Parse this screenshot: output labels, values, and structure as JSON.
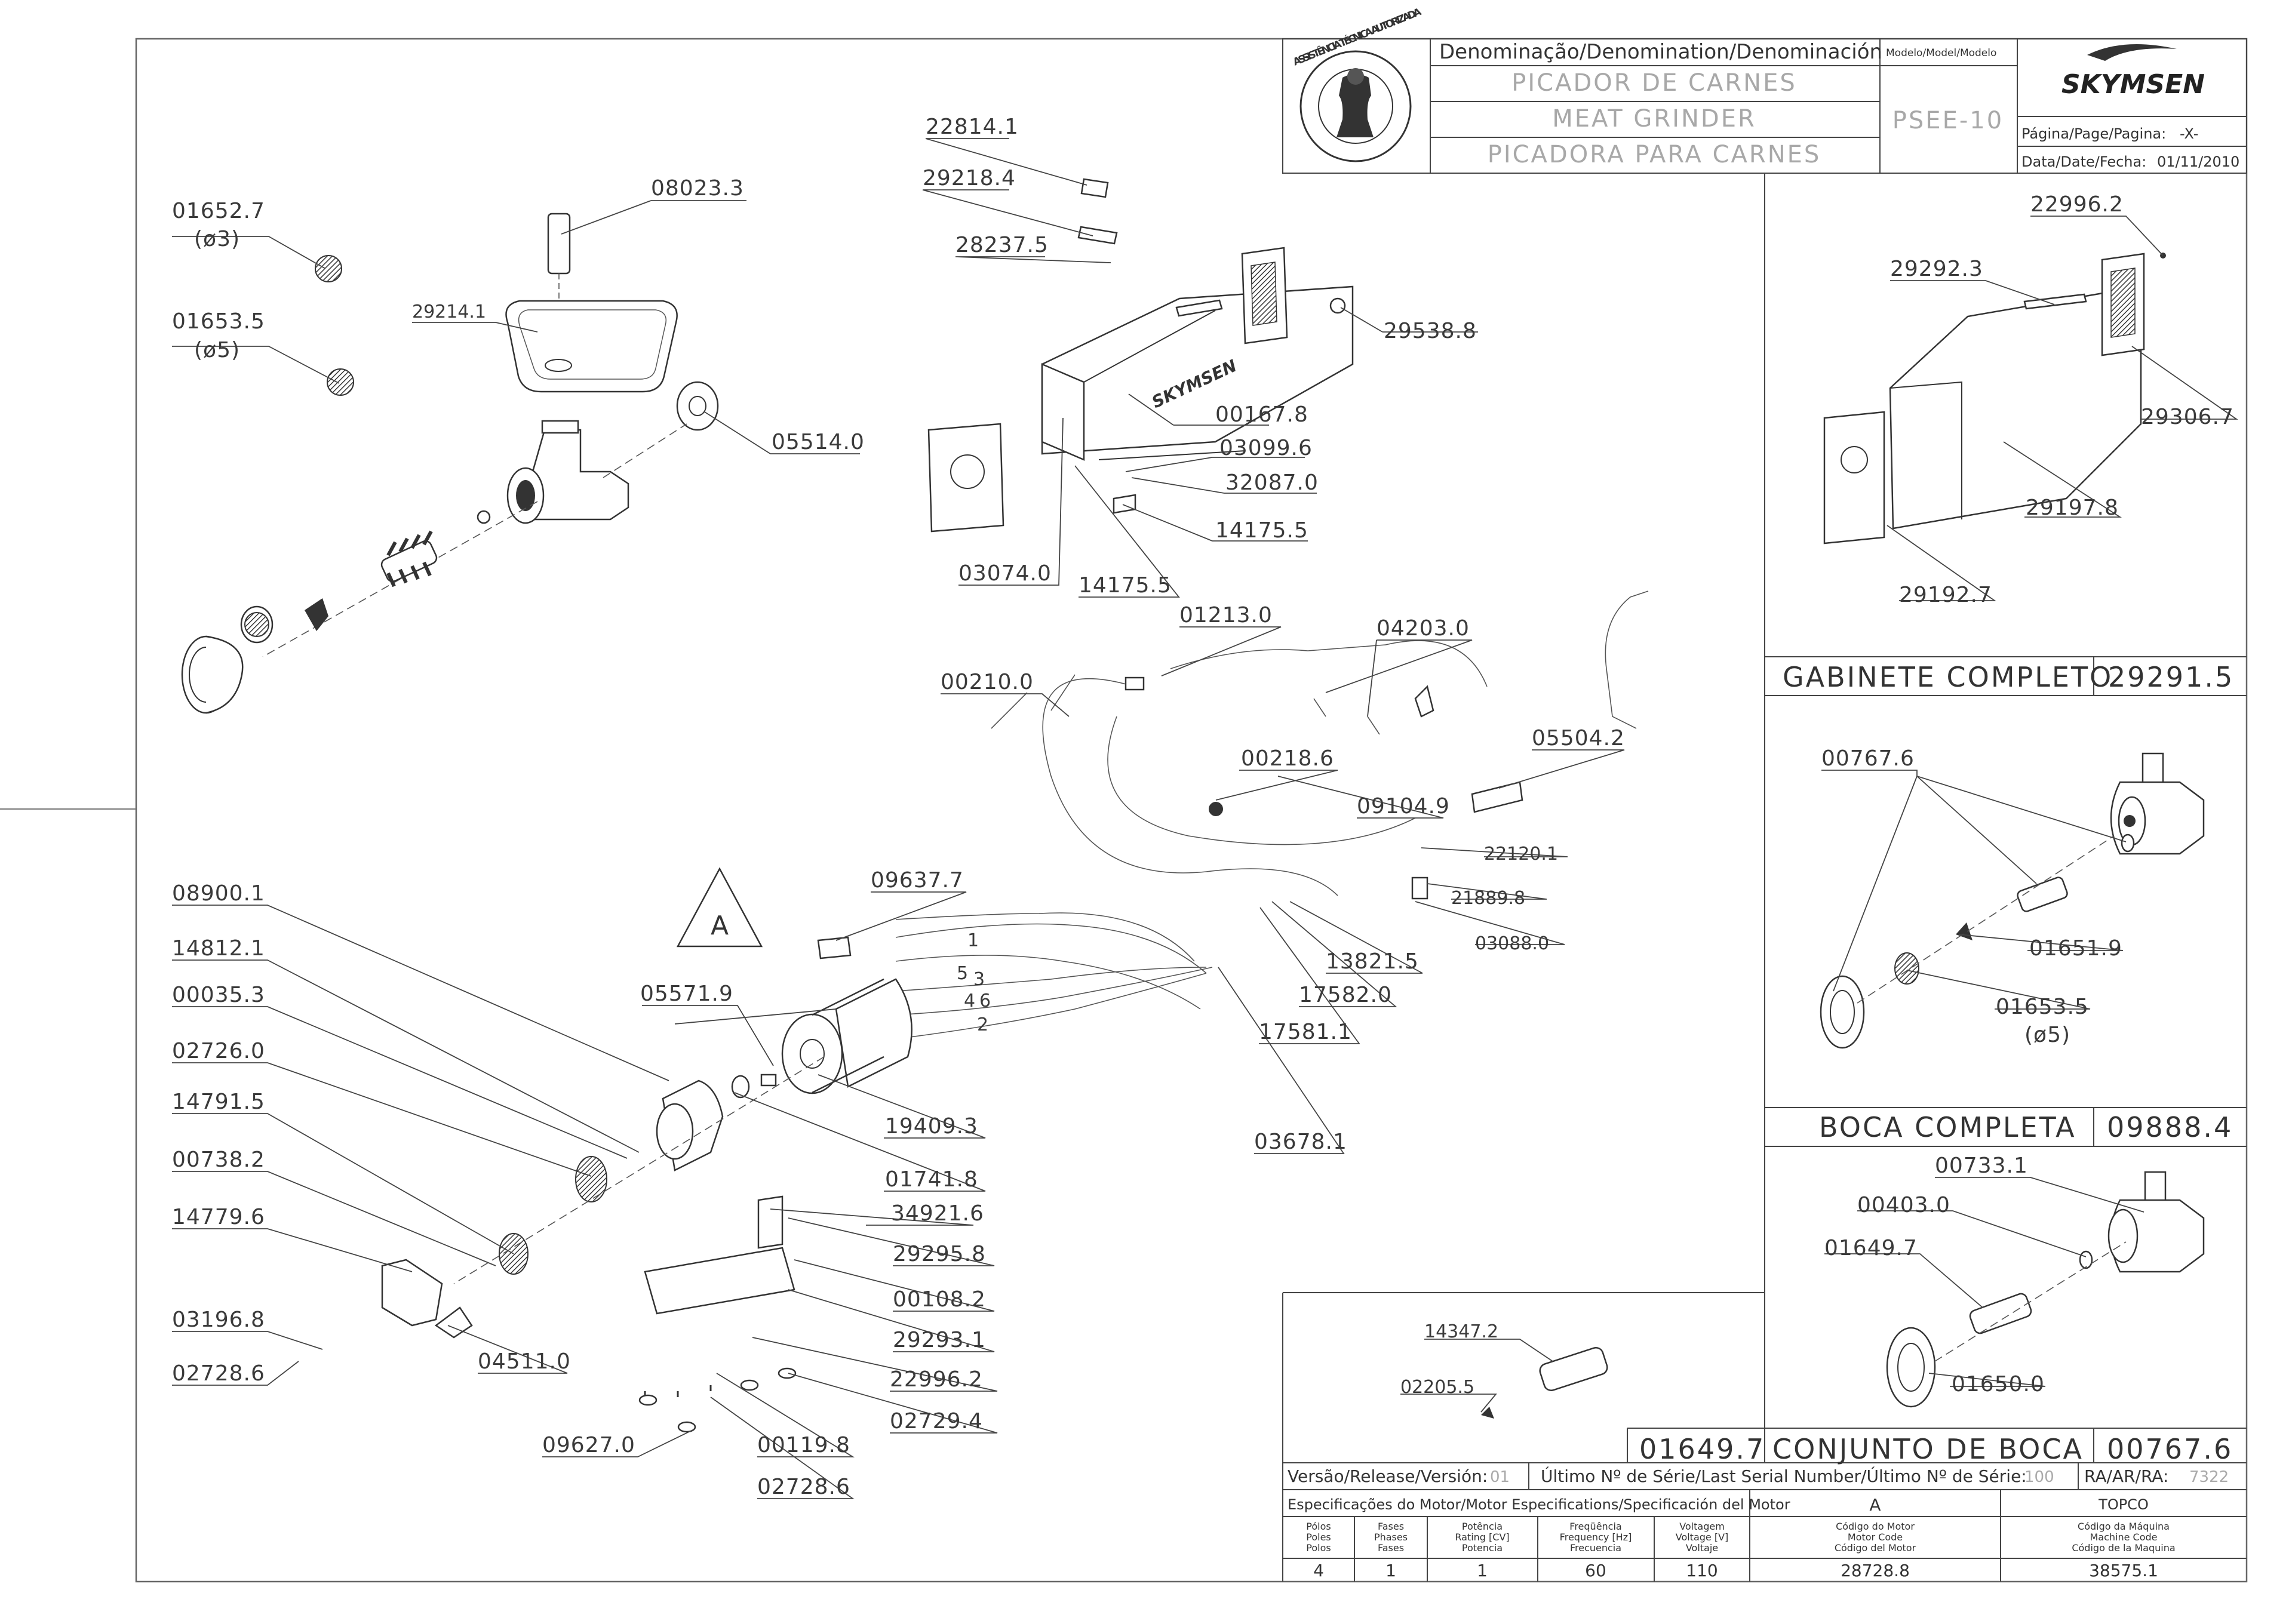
{
  "title_block": {
    "denomination_header": "Denominação/Denomination/Denominación",
    "model_header": "Modelo/Model/Modelo",
    "name_pt": "PICADOR DE CARNES",
    "name_en": "MEAT GRINDER",
    "name_es": "PICADORA PARA CARNES",
    "model": "PSEE-10",
    "brand": "SKYMSEN",
    "page_label": "Página/Page/Pagina:",
    "page_value": "-X-",
    "date_label": "Data/Date/Fecha:",
    "date_value": "01/11/2010",
    "badge_text": "ASSISTÊNCIA TÉCNICA AUTORIZADA"
  },
  "sections": {
    "cabinet": {
      "label": "GABINETE COMPLETO",
      "code": "29291.5"
    },
    "mouth": {
      "label": "BOCA COMPLETA",
      "code": "09888.4"
    },
    "mouth_set": {
      "label": "CONJUNTO DE BOCA",
      "code": "00767.6",
      "sub_code": "01649.7"
    }
  },
  "info_rows": {
    "version_label": "Versão/Release/Versión:",
    "version_value": "01",
    "serial_label": "Último Nº de Série/Last Serial Number/Último Nº de Série:",
    "serial_value": "100",
    "ra_label": "RA/AR/RA:",
    "ra_value": "7322",
    "motor_spec_label": "Especificações do Motor/Motor Especifications/Specificación del Motor",
    "motor_spec_value": "A",
    "motor_spec_value2": "TOPCO"
  },
  "motor_table": {
    "headers": [
      [
        "Pólos",
        "Poles",
        "Polos"
      ],
      [
        "Fases",
        "Phases",
        "Fases"
      ],
      [
        "Potência",
        "Rating [CV]",
        "Potencia"
      ],
      [
        "Freqüência",
        "Frequency [Hz]",
        "Frecuencia"
      ],
      [
        "Voltagem",
        "Voltage [V]",
        "Voltaje"
      ],
      [
        "Código do Motor",
        "Motor Code",
        "Código del Motor"
      ],
      [
        "Código da Máquina",
        "Machine Code",
        "Código de la Maquina"
      ]
    ],
    "values": [
      "4",
      "1",
      "1",
      "60",
      "110",
      "28728.8",
      "38575.1"
    ]
  },
  "parts": {
    "p01652_7": "01652.7",
    "p01652_7_sub": "(ø3)",
    "p01653_5": "01653.5",
    "p01653_5_sub": "(ø5)",
    "p08023_3": "08023.3",
    "p29214_1": "29214.1",
    "p05514_0": "05514.0",
    "p22814_1": "22814.1",
    "p29218_4": "29218.4",
    "p28237_5": "28237.5",
    "p29538_8": "29538.8",
    "p00167_8": "00167.8",
    "p03099_6": "03099.6",
    "p32087_0": "32087.0",
    "p14175_5a": "14175.5",
    "p03074_0": "03074.0",
    "p14175_5b": "14175.5",
    "p01213_0": "01213.0",
    "p04203_0": "04203.0",
    "p00210_0": "00210.0",
    "p00218_6": "00218.6",
    "p05504_2": "05504.2",
    "p09104_9": "09104.9",
    "p22120_1": "22120.1",
    "p21889_8": "21889.8",
    "p03088_0": "03088.0",
    "p13821_5": "13821.5",
    "p17582_0": "17582.0",
    "p17581_1": "17581.1",
    "p09637_7": "09637.7",
    "p03678_1": "03678.1",
    "p08900_1": "08900.1",
    "p14812_1": "14812.1",
    "p00035_3": "00035.3",
    "p02726_0": "02726.0",
    "p14791_5": "14791.5",
    "p00738_2": "00738.2",
    "p14779_6": "14779.6",
    "p03196_8": "03196.8",
    "p02728_6a": "02728.6",
    "p04511_0": "04511.0",
    "p05571_9": "05571.9",
    "p19409_3": "19409.3",
    "p01741_8": "01741.8",
    "p34921_6": "34921.6",
    "p29295_8": "29295.8",
    "p00108_2": "00108.2",
    "p29293_1": "29293.1",
    "p22996_2a": "22996.2",
    "p02729_4": "02729.4",
    "p09627_0": "09627.0",
    "p00119_8": "00119.8",
    "p02728_6b": "02728.6",
    "p22996_2b": "22996.2",
    "p29292_3": "29292.3",
    "p29306_7": "29306.7",
    "p29197_8": "29197.8",
    "p29192_7": "29192.7",
    "p00767_6": "00767.6",
    "p01651_9": "01651.9",
    "p01653_5b": "01653.5",
    "p01653_5b_sub": "(ø5)",
    "p00733_1": "00733.1",
    "p00403_0": "00403.0",
    "p01649_7": "01649.7",
    "p01650_0": "01650.0",
    "p14347_2": "14347.2",
    "p02205_5": "02205.5",
    "wire_1": "1",
    "wire_5": "5",
    "wire_3": "3",
    "wire_4": "4",
    "wire_6": "6",
    "wire_2": "2",
    "motor_letter": "A"
  }
}
